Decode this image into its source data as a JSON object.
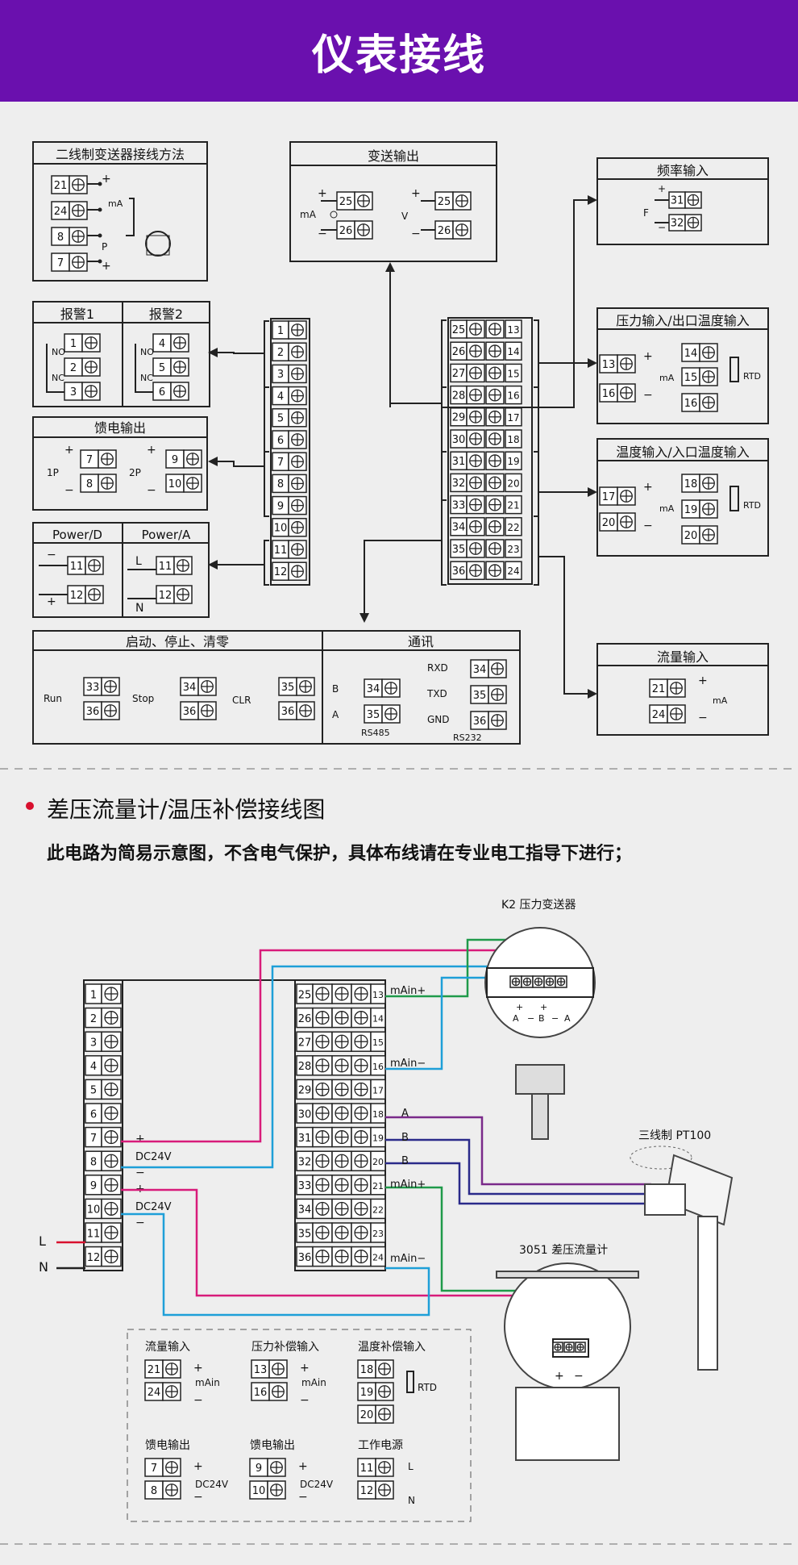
{
  "header": {
    "title": "仪表接线"
  },
  "panels": {
    "two_wire": {
      "title": "二线制变送器接线方法",
      "terms": [
        "21",
        "24",
        "8",
        "7"
      ],
      "ma": "mA",
      "p": "P"
    },
    "transmit": {
      "title": "变送输出",
      "ma": "mA",
      "v": "V",
      "terms": [
        "25",
        "26",
        "25",
        "26"
      ]
    },
    "freq": {
      "title": "频率输入",
      "f": "F",
      "terms": [
        "31",
        "32"
      ]
    },
    "alarm1": {
      "title": "报警1",
      "no": "NO",
      "nc": "NC",
      "terms": [
        "1",
        "2",
        "3"
      ]
    },
    "alarm2": {
      "title": "报警2",
      "no": "NO",
      "nc": "NC",
      "terms": [
        "4",
        "5",
        "6"
      ]
    },
    "feed": {
      "title": "馈电输出",
      "p1": "1P",
      "p2": "2P",
      "terms": [
        "7",
        "8",
        "9",
        "10"
      ]
    },
    "power": {
      "title_d": "Power/D",
      "title_a": "Power/A",
      "l": "L",
      "n": "N",
      "terms": [
        "11",
        "12",
        "11",
        "12"
      ]
    },
    "pressure": {
      "title": "压力输入/出口温度输入",
      "terms": [
        "13",
        "16",
        "14",
        "15",
        "16"
      ],
      "ma": "mA",
      "rtd": "RTD"
    },
    "temp": {
      "title": "温度输入/入口温度输入",
      "terms": [
        "17",
        "20",
        "18",
        "19",
        "20"
      ],
      "ma": "mA",
      "rtd": "RTD"
    },
    "flow": {
      "title": "流量输入",
      "terms": [
        "21",
        "24"
      ],
      "ma": "mA"
    },
    "start": {
      "title": "启动、停止、清零",
      "run": "Run",
      "stop": "Stop",
      "clr": "CLR",
      "terms": [
        "33",
        "36",
        "34",
        "36",
        "35",
        "36"
      ]
    },
    "comm": {
      "title": "通讯",
      "b": "B",
      "a": "A",
      "rs485": "RS485",
      "rxd": "RXD",
      "txd": "TXD",
      "gnd": "GND",
      "rs232": "RS232",
      "terms": [
        "34",
        "35",
        "34",
        "35",
        "36"
      ]
    }
  },
  "block_left": [
    "1",
    "2",
    "3",
    "4",
    "5",
    "6",
    "7",
    "8",
    "9",
    "10",
    "11",
    "12"
  ],
  "block_right_a": [
    "25",
    "26",
    "27",
    "28",
    "29",
    "30",
    "31",
    "32",
    "33",
    "34",
    "35",
    "36"
  ],
  "block_right_b": [
    "13",
    "14",
    "15",
    "16",
    "17",
    "18",
    "19",
    "20",
    "21",
    "22",
    "23",
    "24"
  ],
  "section": {
    "title": "差压流量计/温压补偿接线图",
    "note": "此电路为简易示意图，不含电气保护，具体布线请在专业电工指导下进行；"
  },
  "wiring": {
    "k2": "K2 压力变送器",
    "k2_labels": [
      "+",
      "−",
      "+",
      "−"
    ],
    "k2_letters": [
      "A",
      "B",
      "A"
    ],
    "pt100": "三线制 PT100",
    "dpflow": "3051 差压流量计",
    "dp_plus": "+",
    "dp_minus": "−",
    "mains_l": "L",
    "mains_n": "N",
    "dc1_plus": "+",
    "dc1": "DC24V",
    "dc1_minus": "−",
    "dc2_plus": "+",
    "dc2": "DC24V",
    "dc2_minus": "−",
    "main_ain_plus": "mAin+",
    "main_ain_minus": "mAin−",
    "a": "A",
    "b1": "B",
    "b2": "B",
    "ain_plus2": "mAin+",
    "ain_minus2": "mAin−"
  },
  "legend": {
    "flow": {
      "title": "流量输入",
      "terms": [
        "21",
        "24"
      ],
      "label": "mAin"
    },
    "press": {
      "title": "压力补偿输入",
      "terms": [
        "13",
        "16"
      ],
      "label": "mAin"
    },
    "temp": {
      "title": "温度补偿输入",
      "terms": [
        "18",
        "19",
        "20"
      ],
      "label": "RTD"
    },
    "feed1": {
      "title": "馈电输出",
      "terms": [
        "7",
        "8"
      ],
      "label": "DC24V"
    },
    "feed2": {
      "title": "馈电输出",
      "terms": [
        "9",
        "10"
      ],
      "label": "DC24V"
    },
    "power": {
      "title": "工作电源",
      "terms": [
        "11",
        "12"
      ],
      "l": "L",
      "n": "N"
    }
  },
  "colors": {
    "banner": "#6a10ae",
    "magenta": "#d81b7a",
    "cyan": "#1e9fd8",
    "green": "#1f9a4a",
    "purple": "#7a2a8a",
    "navy": "#2a2a8a",
    "red": "#d8102e"
  }
}
